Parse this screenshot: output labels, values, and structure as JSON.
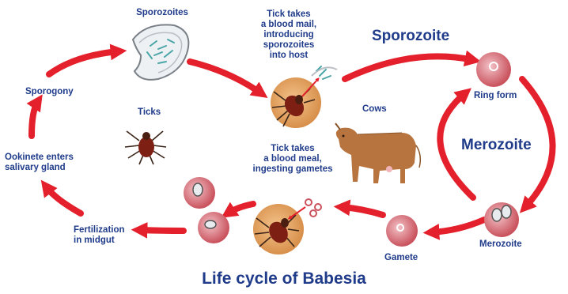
{
  "title": "Life cycle of Babesia",
  "labels": {
    "sporozoites": "Sporozoites",
    "tick_bite_in": "Tick takes\na blood mail,\nintroducing sporozoites\ninto host",
    "sporozoite_stage": "Sporozoite",
    "ring_form": "Ring form",
    "cows": "Cows",
    "merozoite_stage": "Merozoite",
    "merozoite": "Merozoite",
    "gamete": "Gamete",
    "tick_bite_out": "Tick takes\na blood meal,\ningesting gametes",
    "fertilization": "Fertilization\nin midgut",
    "ookinete": "Ookinete enters\nsalivary gland",
    "sporogony": "Sporogony",
    "ticks": "Ticks"
  },
  "colors": {
    "arrow": "#e3202b",
    "text": "#1f3b8a",
    "tick_circle": "#e4a867",
    "cell": "#d9747e",
    "cow": "#b7743f"
  }
}
